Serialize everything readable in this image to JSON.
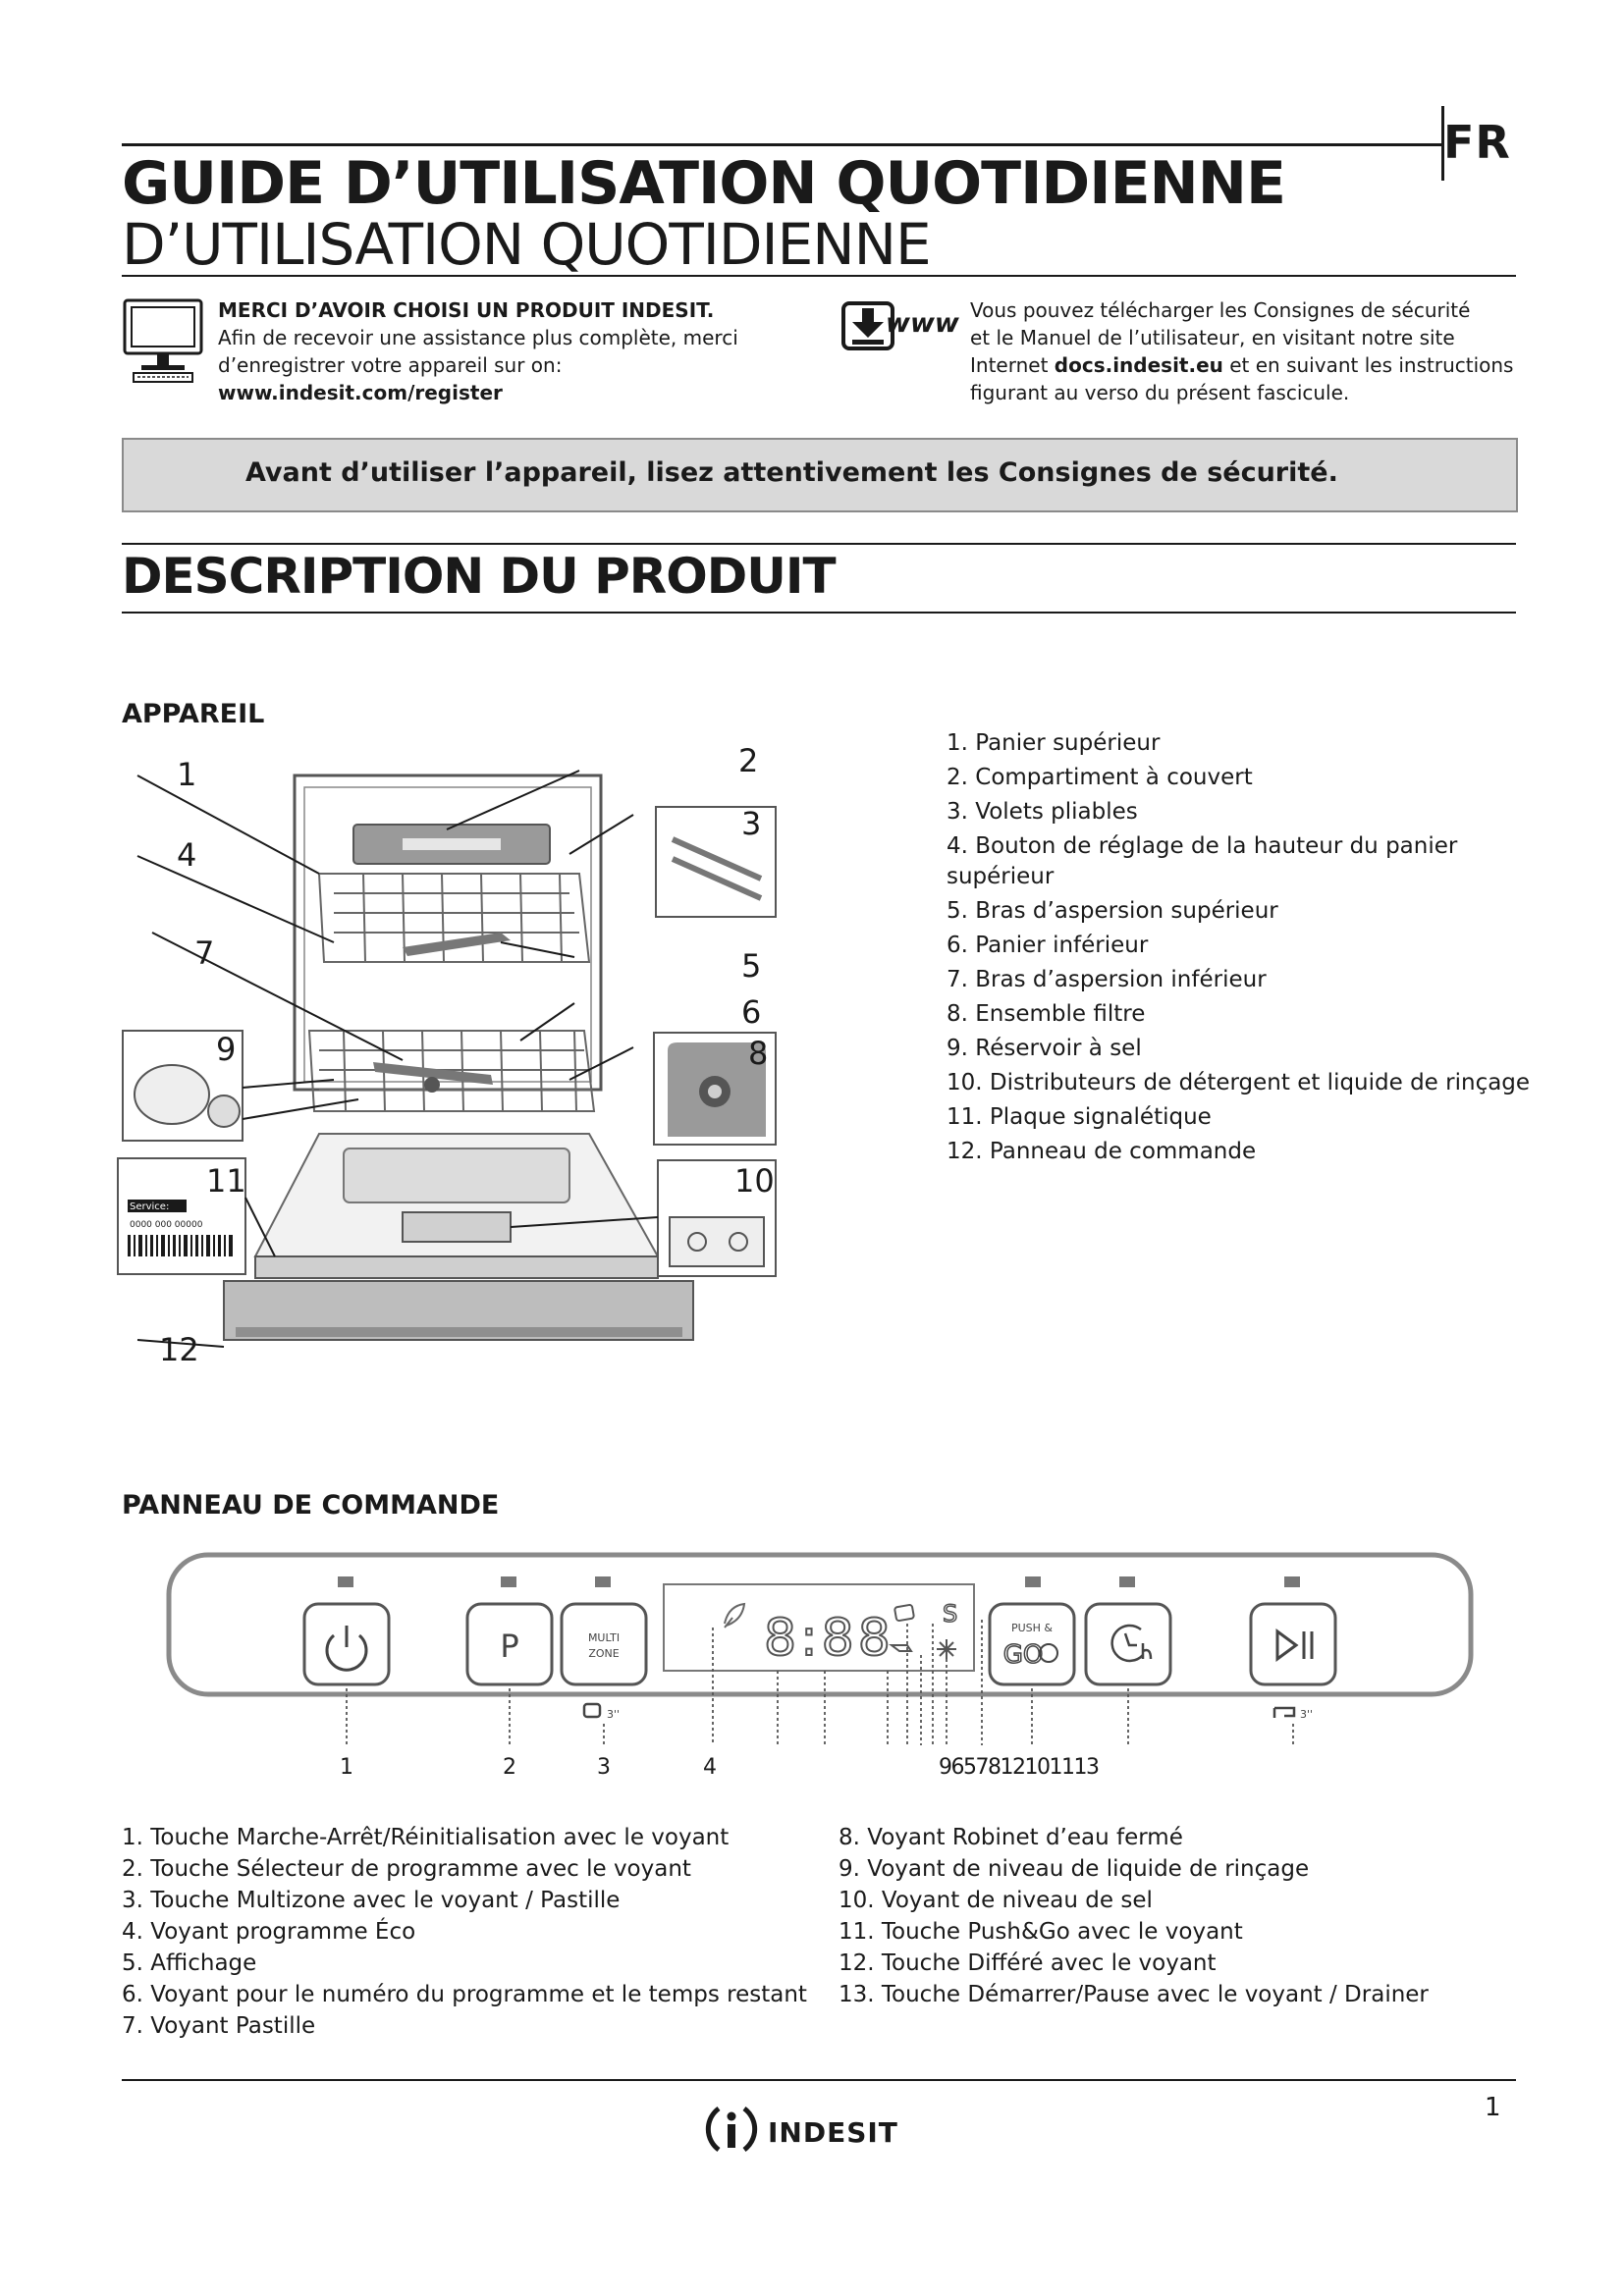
{
  "header": {
    "lang": "FR",
    "title_bold": "GUIDE D’UTILISATION QUOTIDIENNE",
    "title_light": "D’UTILISATION QUOTIDIENNE"
  },
  "register": {
    "heading": "MERCI D’AVOIR CHOISI UN PRODUIT INDESIT.",
    "line1": "Afin de recevoir une assistance plus complète, merci",
    "line2": "d’enregistrer votre appareil sur on:",
    "url": "www.indesit.com/register"
  },
  "download": {
    "icon_label": "www",
    "line1": "Vous pouvez télécharger les Consignes de sécurité",
    "line2": "et le  Manuel de l’utilisateur, en visitant notre site",
    "line3_pre": "Internet ",
    "line3_bold": "docs.indesit.eu",
    "line3_post": " et en suivant les instructions",
    "line4": "figurant au verso du présent fascicule."
  },
  "warning": "Avant d’utiliser l’appareil, lisez attentivement les Consignes de sécurité.",
  "description": {
    "title": "DESCRIPTION DU PRODUIT",
    "appareil_title": "APPAREIL",
    "panel_title": "PANNEAU DE COMMANDE"
  },
  "appliance_callouts": [
    "1",
    "2",
    "3",
    "4",
    "5",
    "6",
    "7",
    "8",
    "9",
    "10",
    "11",
    "12"
  ],
  "plate": {
    "service_label": "Service:",
    "service_number": "0000 000 00000"
  },
  "parts": [
    "1.  Panier supérieur",
    "2.  Compartiment à couvert",
    "3.  Volets pliables",
    "4.  Bouton de réglage de la hauteur du panier",
    "      supérieur",
    "5.  Bras d’aspersion supérieur",
    "6.  Panier inférieur",
    "7.  Bras d’aspersion inférieur",
    "8.  Ensemble filtre",
    "9.  Réservoir à sel",
    "10.  Distributeurs de détergent et liquide de rinçage",
    "11.  Plaque signalétique",
    "12.  Panneau de commande"
  ],
  "panel": {
    "program_button": "P",
    "multizone_line1": "MULTI",
    "multizone_line2": "ZONE",
    "pastille_time": "3''",
    "display_digits": "8:88",
    "display_s": "S",
    "push_go_line1": "PUSH &",
    "push_go_line2": "GO",
    "drain_time": "3''",
    "numbers_left": [
      "1",
      "2",
      "3",
      "4"
    ],
    "numbers_right": "9657812101113"
  },
  "commands_left": [
    "1.  Touche Marche-Arrêt/Réinitialisation avec le voyant",
    "2.  Touche Sélecteur de programme avec le voyant",
    "3.  Touche Multizone avec le voyant / Pastille",
    "4.  Voyant programme Éco",
    "5.  Affichage",
    "6.  Voyant pour le numéro du programme et le temps restant",
    "7.  Voyant Pastille"
  ],
  "commands_right": [
    "8.  Voyant Robinet d’eau fermé",
    "9.  Voyant de niveau de liquide de rinçage",
    "10.  Voyant de niveau de sel",
    "11.  Touche Push&Go avec le voyant",
    "12.  Touche Différé avec le voyant",
    "13.  Touche Démarrer/Pause avec le voyant / Drainer"
  ],
  "footer": {
    "brand": "indesit",
    "page": "1"
  }
}
